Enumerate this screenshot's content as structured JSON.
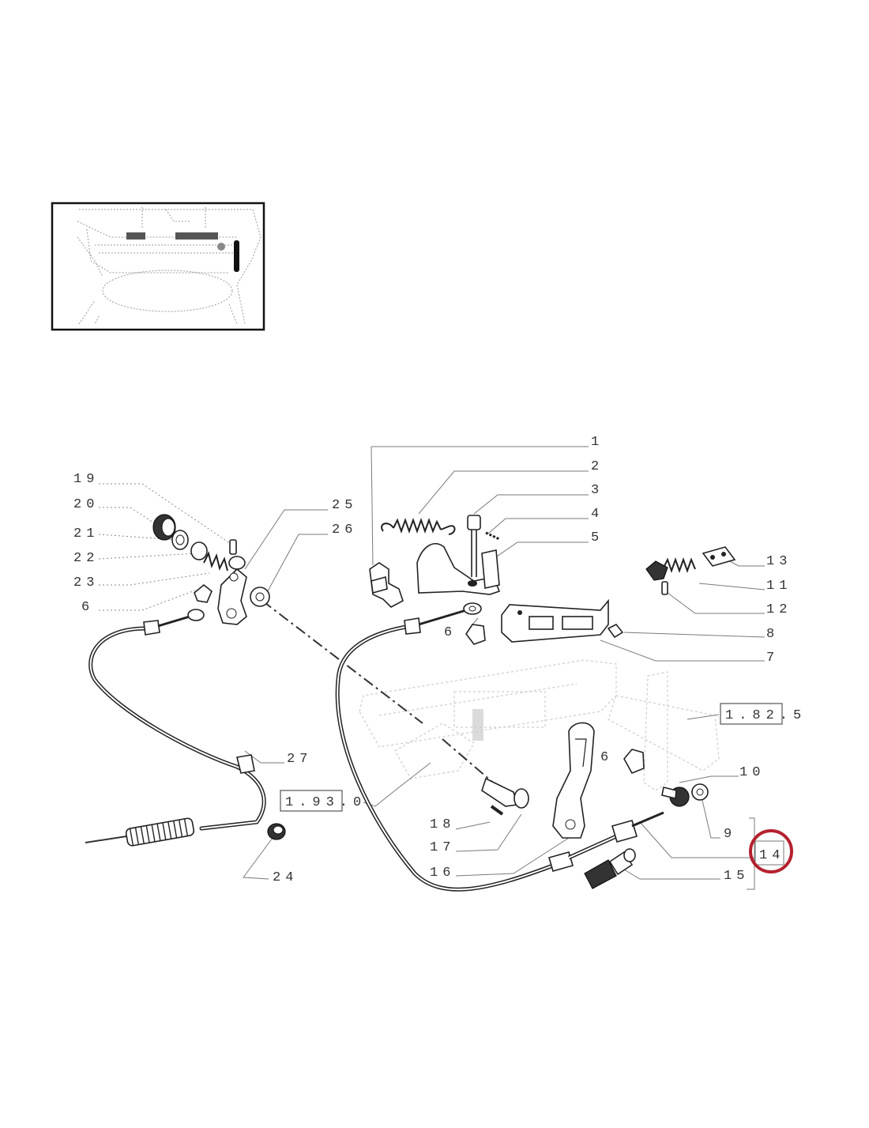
{
  "diagram": {
    "callouts": [
      {
        "id": "1",
        "label": "1"
      },
      {
        "id": "2",
        "label": "2"
      },
      {
        "id": "3",
        "label": "3"
      },
      {
        "id": "4",
        "label": "4"
      },
      {
        "id": "5",
        "label": "5"
      },
      {
        "id": "6a",
        "label": "6"
      },
      {
        "id": "6b",
        "label": "6"
      },
      {
        "id": "6c",
        "label": "6"
      },
      {
        "id": "7",
        "label": "7"
      },
      {
        "id": "8",
        "label": "8"
      },
      {
        "id": "9",
        "label": "9"
      },
      {
        "id": "10",
        "label": "10"
      },
      {
        "id": "11",
        "label": "11"
      },
      {
        "id": "12",
        "label": "12"
      },
      {
        "id": "13",
        "label": "13"
      },
      {
        "id": "14",
        "label": "14"
      },
      {
        "id": "15",
        "label": "15"
      },
      {
        "id": "16",
        "label": "16"
      },
      {
        "id": "17",
        "label": "17"
      },
      {
        "id": "18",
        "label": "18"
      },
      {
        "id": "19",
        "label": "19"
      },
      {
        "id": "20",
        "label": "20"
      },
      {
        "id": "21",
        "label": "21"
      },
      {
        "id": "22",
        "label": "22"
      },
      {
        "id": "23",
        "label": "23"
      },
      {
        "id": "24",
        "label": "24"
      },
      {
        "id": "25",
        "label": "25"
      },
      {
        "id": "26",
        "label": "26"
      },
      {
        "id": "27",
        "label": "27"
      }
    ],
    "references": [
      {
        "id": "ref-1825",
        "label": "1.82.5"
      },
      {
        "id": "ref-1930",
        "label": "1.93.0"
      }
    ],
    "highlight_color": "#b5202e",
    "line_color": "#222222"
  }
}
